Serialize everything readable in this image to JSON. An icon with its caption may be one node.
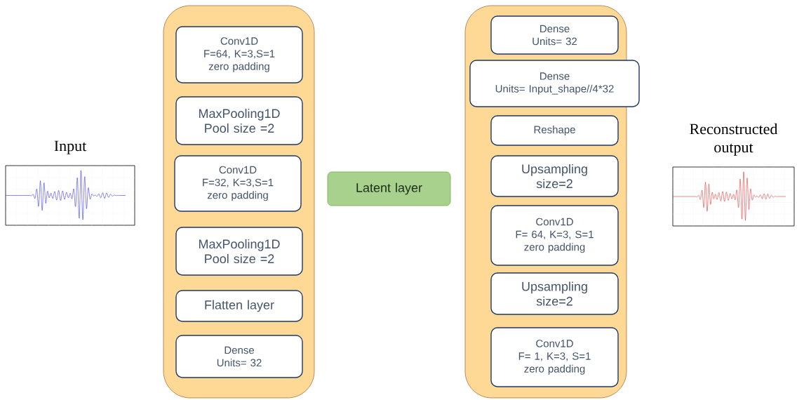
{
  "diagram": {
    "nodes": [
      {
        "text": [
          "Input"
        ]
      },
      {
        "text": [],
        "shape": "box"
      },
      {
        "text": [
          "Conv1D",
          "F=64, K=3,S=1 zero padding"
        ],
        "in": 1
      },
      {
        "text": [
          "MaxPooling1D",
          "Pool size =2"
        ],
        "in": 1
      },
      {
        "text": [
          "Conv1D",
          "F=32, K=3,S=1 zero padding"
        ],
        "in": 1
      },
      {
        "text": [
          "MaxPooling1D",
          "Pool size =2"
        ],
        "in": 1
      },
      {
        "text": [
          "Flatten layer"
        ],
        "in": 1
      },
      {
        "text": [
          "Dense",
          "Units= 32"
        ],
        "in": 1
      },
      {
        "text": [
          "Latent layer"
        ]
      },
      {
        "text": [],
        "shape": "box"
      },
      {
        "text": [
          "Dense",
          "Units= 32"
        ],
        "in": 9
      },
      {
        "text": [
          "Dense",
          "Units= Input_shape//4*32"
        ],
        "in": 9
      },
      {
        "text": [
          "Reshape"
        ],
        "in": 9
      },
      {
        "text": [
          "Upsampling",
          "size=2"
        ],
        "in": 9
      },
      {
        "text": [
          "Conv1D",
          "F= 64, K=3, S=1 zero padding"
        ],
        "in": 9
      },
      {
        "text": [
          "Upsampling",
          "size=2"
        ],
        "in": 9
      },
      {
        "text": [
          "Conv1D",
          "F= 1, K=3, S=1 zero padding"
        ],
        "in": 9
      },
      {
        "text": [
          "Reconstructed output"
        ]
      }
    ]
  }
}
